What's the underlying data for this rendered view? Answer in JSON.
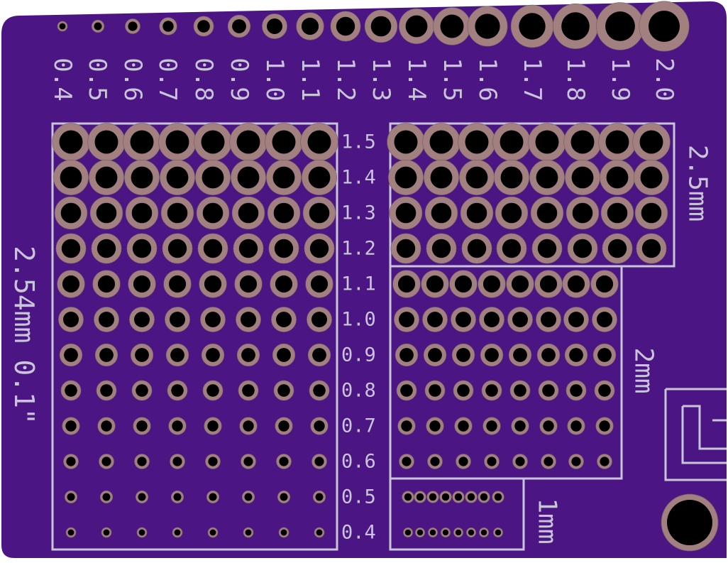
{
  "board": {
    "colors": {
      "substrate": "#4b1683",
      "silkscreen": "#c9c5d9",
      "pad": "#a28080",
      "drill": "#000000"
    },
    "top_row": {
      "labels": [
        "0.4",
        "0.5",
        "0.6",
        "0.7",
        "0.8",
        "0.9",
        "1.0",
        "1.1",
        "1.2",
        "1.3",
        "1.4",
        "1.5",
        "1.6",
        "1.7",
        "1.8",
        "1.9",
        "2.0"
      ]
    },
    "grid_254": {
      "pitch_label": "2.54mm 0.1\"",
      "rows": [
        "1.5",
        "1.4",
        "1.3",
        "1.2",
        "1.1",
        "1.0",
        "0.9",
        "0.8",
        "0.7",
        "0.6",
        "0.5",
        "0.4"
      ],
      "columns": 8
    },
    "grid_25": {
      "pitch_label": "2.5mm",
      "rows": [
        "1.5",
        "1.4",
        "1.3",
        "1.2"
      ],
      "columns": 8
    },
    "grid_2": {
      "pitch_label": "2mm",
      "rows": [
        "1.1",
        "1.0",
        "0.9",
        "0.8",
        "0.7",
        "0.6"
      ],
      "columns": 8
    },
    "grid_1": {
      "pitch_label": "1mm",
      "rows": [
        "0.5",
        "0.4"
      ],
      "columns": 8
    },
    "logo": "logo-mark-icon",
    "mounting_hole": "mounting-hole-icon"
  }
}
